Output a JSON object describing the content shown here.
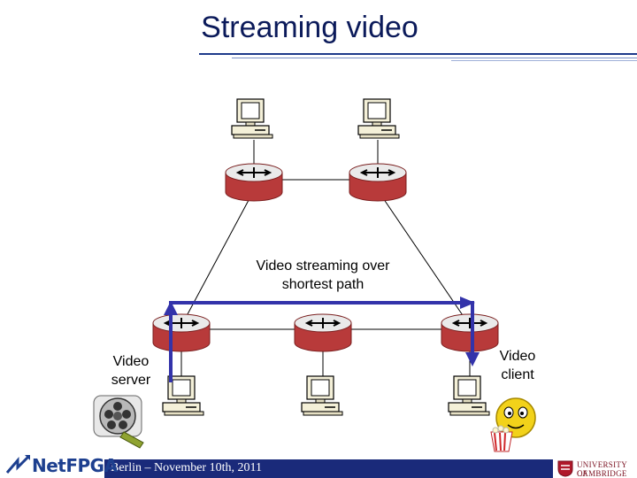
{
  "slide": {
    "title": "Streaming video",
    "annotation_line1": "Video streaming over",
    "annotation_line2": "shortest path",
    "server_line1": "Video",
    "server_line2": "server",
    "client_line1": "Video",
    "client_line2": "client"
  },
  "footer": {
    "event": "Berlin – November 10th, 2011",
    "logo_left": "NetFPGA",
    "logo_right_line1": "UNIVERSITY OF",
    "logo_right_line2": "CAMBRIDGE"
  },
  "colors": {
    "title": "#0b1a5a",
    "path": "#3333aa",
    "router_top": "#e8e8e8",
    "router_body": "#b83a3a",
    "footer_bar": "#1a2a7a"
  }
}
